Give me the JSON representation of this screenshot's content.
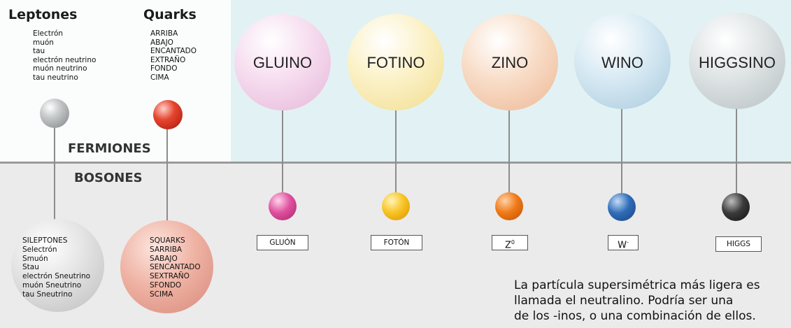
{
  "fermions": {
    "leptons": {
      "title": "Leptones",
      "items": [
        "Electrón",
        "muón",
        "tau",
        "electrón neutrino",
        "muón neutrino",
        "tau neutrino"
      ]
    },
    "quarks": {
      "title": "Quarks",
      "items": [
        "ARRIBA",
        "ABAJO",
        "ENCANTADO",
        "EXTRAÑO",
        "FONDO",
        "CIMA"
      ]
    }
  },
  "sections": {
    "top": "FERMIONES",
    "bottom": "BOSONES"
  },
  "superpartners": {
    "sleptons": [
      "SILEPTONES",
      "Selectrón",
      "Smuón",
      "Stau",
      "electrón Sneutrino",
      "muón Sneutrino",
      "tau Sneutrino"
    ],
    "squarks": [
      "SQUARKS",
      "SARRIBA",
      "SABAJO",
      "SENCANTADO",
      "SEXTRAÑO",
      "SFONDO",
      "SCIMA"
    ]
  },
  "gauginos": [
    {
      "name": "GLUINO",
      "boson": "GLUÓN",
      "sphere_color": "#f2d2ea",
      "boson_color": "#e0509e"
    },
    {
      "name": "FOTINO",
      "boson": "FOTÓN",
      "sphere_color": "#f8eebb",
      "boson_color": "#f6b820"
    },
    {
      "name": "ZINO",
      "boson": "Z",
      "boson_sup": "0",
      "sphere_color": "#f6d7bf",
      "boson_color": "#f07a18"
    },
    {
      "name": "WINO",
      "boson": "W",
      "boson_sup": "-",
      "sphere_color": "#cfe4f0",
      "boson_color": "#2f6cb8"
    },
    {
      "name": "HIGGSINO",
      "boson": "HIGGS",
      "sphere_color": "#d4dbdc",
      "boson_color": "#3a3a3a"
    }
  ],
  "note": [
    "La partícula supersimétrica más ligera es",
    "llamada el neutralino. Podría ser una",
    "de los -inos, o una combinación de ellos."
  ]
}
